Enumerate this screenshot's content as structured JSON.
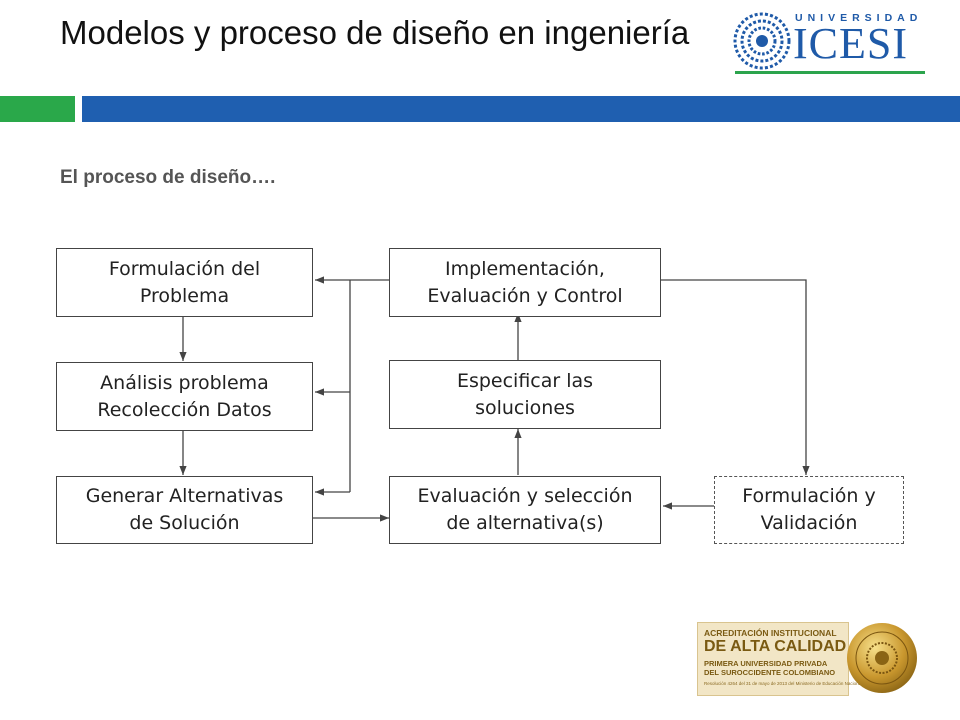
{
  "header": {
    "title": "Modelos y proceso de diseño en ingeniería",
    "logo": {
      "line1": "UNIVERSIDAD",
      "line2": "ICESI"
    }
  },
  "subtitle": "El proceso de diseño….",
  "diagram": {
    "boxes": [
      {
        "id": "formulacion-problema",
        "label": "Formulación del\nProblema"
      },
      {
        "id": "analisis-problema",
        "label": "Análisis problema\nRecolección Datos"
      },
      {
        "id": "generar-alternativas",
        "label": "Generar Alternativas\nde Solución"
      },
      {
        "id": "implementacion",
        "label": "Implementación,\nEvaluación y Control"
      },
      {
        "id": "especificar-soluciones",
        "label": "Especificar las\nsoluciones"
      },
      {
        "id": "evaluacion-seleccion",
        "label": "Evaluación y selección\nde alternativa(s)"
      },
      {
        "id": "formulacion-validacion",
        "label": "Formulación y\nValidación"
      }
    ]
  },
  "badge": {
    "line1": "ACREDITACIÓN INSTITUCIONAL",
    "line2": "DE ALTA CALIDAD",
    "line3": "PRIMERA UNIVERSIDAD PRIVADA",
    "line4": "DEL SUROCCIDENTE COLOMBIANO",
    "line5": "Resolución 4264 del 31 de mayo de 2013 del Ministerio de Educación Nacional"
  },
  "colors": {
    "green": "#2aa84a",
    "blue": "#1f5fb0"
  }
}
